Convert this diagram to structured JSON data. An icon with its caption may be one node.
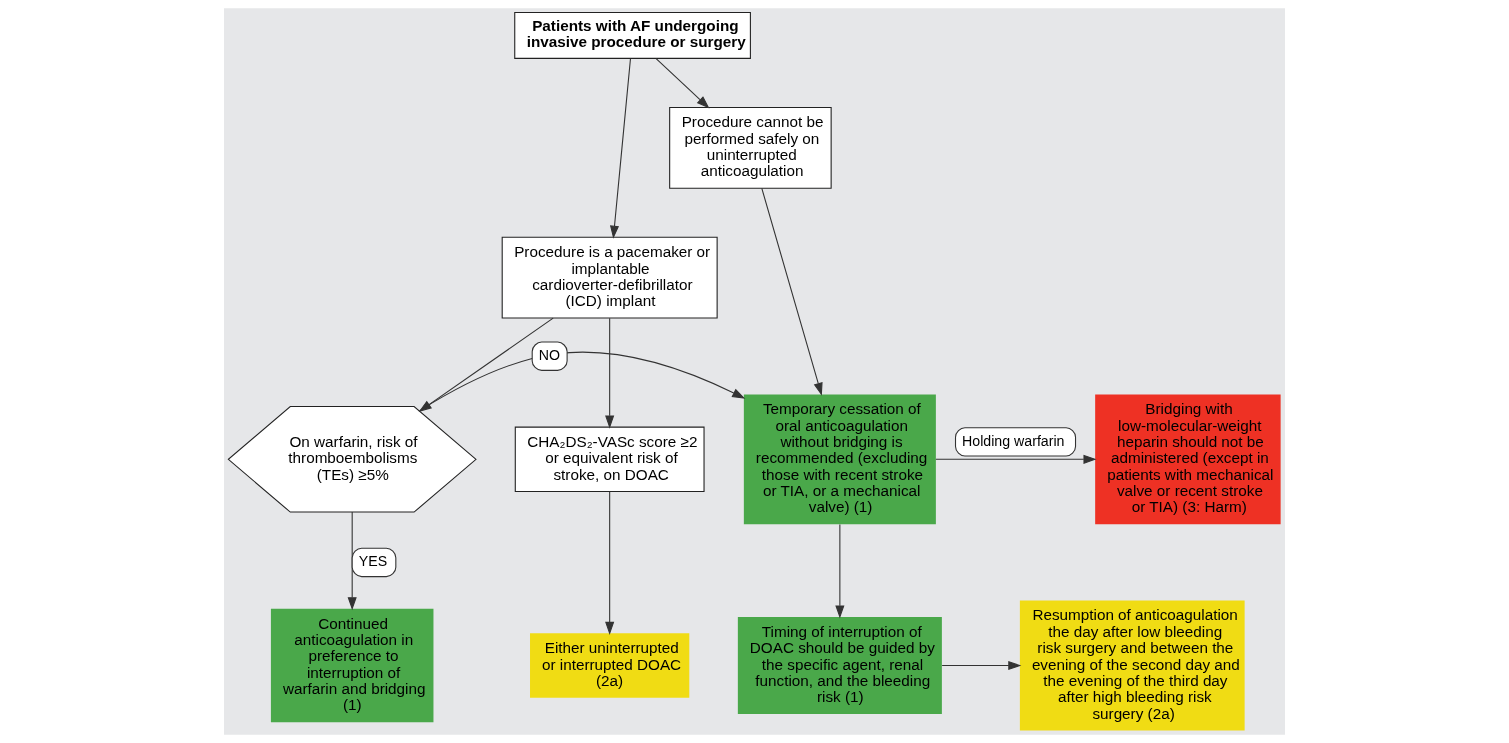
{
  "diagram": {
    "nodes": [
      {
        "text": [
          "Patients with AF undergoing invasive procedure or surgery"
        ]
      },
      {
        "text": [
          "Procedure cannot be performed safely on uninterrupted anticoagulation"
        ]
      },
      {
        "text": [
          "Procedure is a pacemaker or implantable cardioverter-defibrillator (ICD) implant"
        ]
      },
      {
        "text": [
          "Bridging with low-molecular-weight heparin should not be administered (except in patients with mechanical valve or recent stroke or TIA) (3: Harm)"
        ]
      },
      {
        "text": [
          "Temporary cessation of oral anticoagulation without bridging is recommended (excluding those with recent stroke or TIA, or a mechanical valve) (1)"
        ]
      },
      {
        "text": [
          "On warfarin, risk of thromboembolisms (TEs) ≥5%"
        ]
      },
      {
        "text": [
          "CHA₂DS₂-VASc score ≥2 or equivalent risk of stroke, on DOAC"
        ]
      },
      {
        "text": [
          "Resumption of anticoagulation the day after low bleeding risk surgery and between the evening of the second day and the evening of the third day after high bleeding risk surgery (2a)"
        ]
      },
      {
        "text": [
          "Timing of interruption of DOAC should be guided by the specific agent, renal function, and the bleeding risk (1)"
        ]
      },
      {
        "text": [
          "Continued anticoagulation in preference to interruption of warfarin and bridging (1)"
        ]
      },
      {
        "text": [
          "Either uninterrupted or interrupted DOAC (2a)"
        ]
      }
    ],
    "edges": [
      {
        "from": 0,
        "to": 1,
        "arrow": "to"
      },
      {
        "from": 0,
        "to": 2,
        "arrow": "to"
      },
      {
        "from": 1,
        "to": 4,
        "arrow": "to"
      },
      {
        "from": 4,
        "to": 3,
        "arrow": "to",
        "label": "Holding warfarin"
      },
      {
        "from": 2,
        "to": 5,
        "arrow": "to"
      },
      {
        "from": 2,
        "to": 6,
        "arrow": "to"
      },
      {
        "from": 5,
        "to": 4,
        "arrow": "to",
        "label": "NO"
      },
      {
        "from": 5,
        "to": 9,
        "arrow": "to",
        "label": "YES"
      },
      {
        "from": 6,
        "to": 10,
        "arrow": "to"
      },
      {
        "from": 4,
        "to": 8,
        "arrow": "to"
      },
      {
        "from": 8,
        "to": 7,
        "arrow": "to"
      }
    ]
  }
}
